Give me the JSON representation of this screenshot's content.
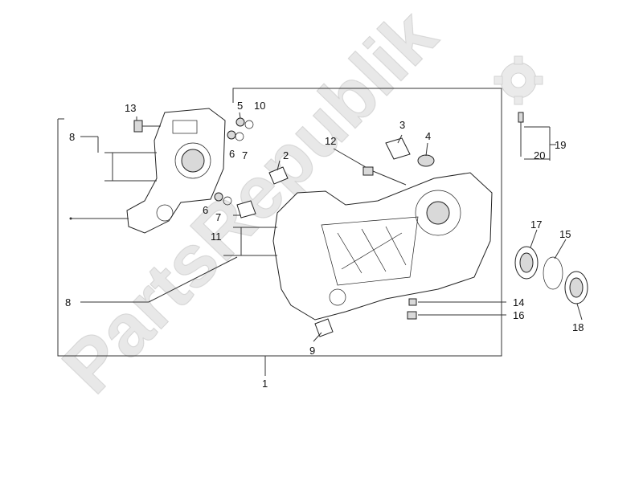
{
  "watermark": {
    "text": "PartsRepublik"
  },
  "callouts": [
    {
      "id": "c1",
      "label": "1"
    },
    {
      "id": "c2",
      "label": "2"
    },
    {
      "id": "c3",
      "label": "3"
    },
    {
      "id": "c4",
      "label": "4"
    },
    {
      "id": "c5",
      "label": "5"
    },
    {
      "id": "c6a",
      "label": "6"
    },
    {
      "id": "c6b",
      "label": "6"
    },
    {
      "id": "c7a",
      "label": "7"
    },
    {
      "id": "c7b",
      "label": "7"
    },
    {
      "id": "c8a",
      "label": "8"
    },
    {
      "id": "c8b",
      "label": "8"
    },
    {
      "id": "c9",
      "label": "9"
    },
    {
      "id": "c10",
      "label": "10"
    },
    {
      "id": "c11",
      "label": "11"
    },
    {
      "id": "c12",
      "label": "12"
    },
    {
      "id": "c13",
      "label": "13"
    },
    {
      "id": "c14",
      "label": "14"
    },
    {
      "id": "c15",
      "label": "15"
    },
    {
      "id": "c16",
      "label": "16"
    },
    {
      "id": "c17",
      "label": "17"
    },
    {
      "id": "c18",
      "label": "18"
    },
    {
      "id": "c19",
      "label": "19"
    },
    {
      "id": "c20",
      "label": "20"
    }
  ],
  "colors": {
    "line": "#333333",
    "watermark": "#e6e6e6"
  },
  "icons": {
    "watermark_logo": "gear-icon"
  }
}
